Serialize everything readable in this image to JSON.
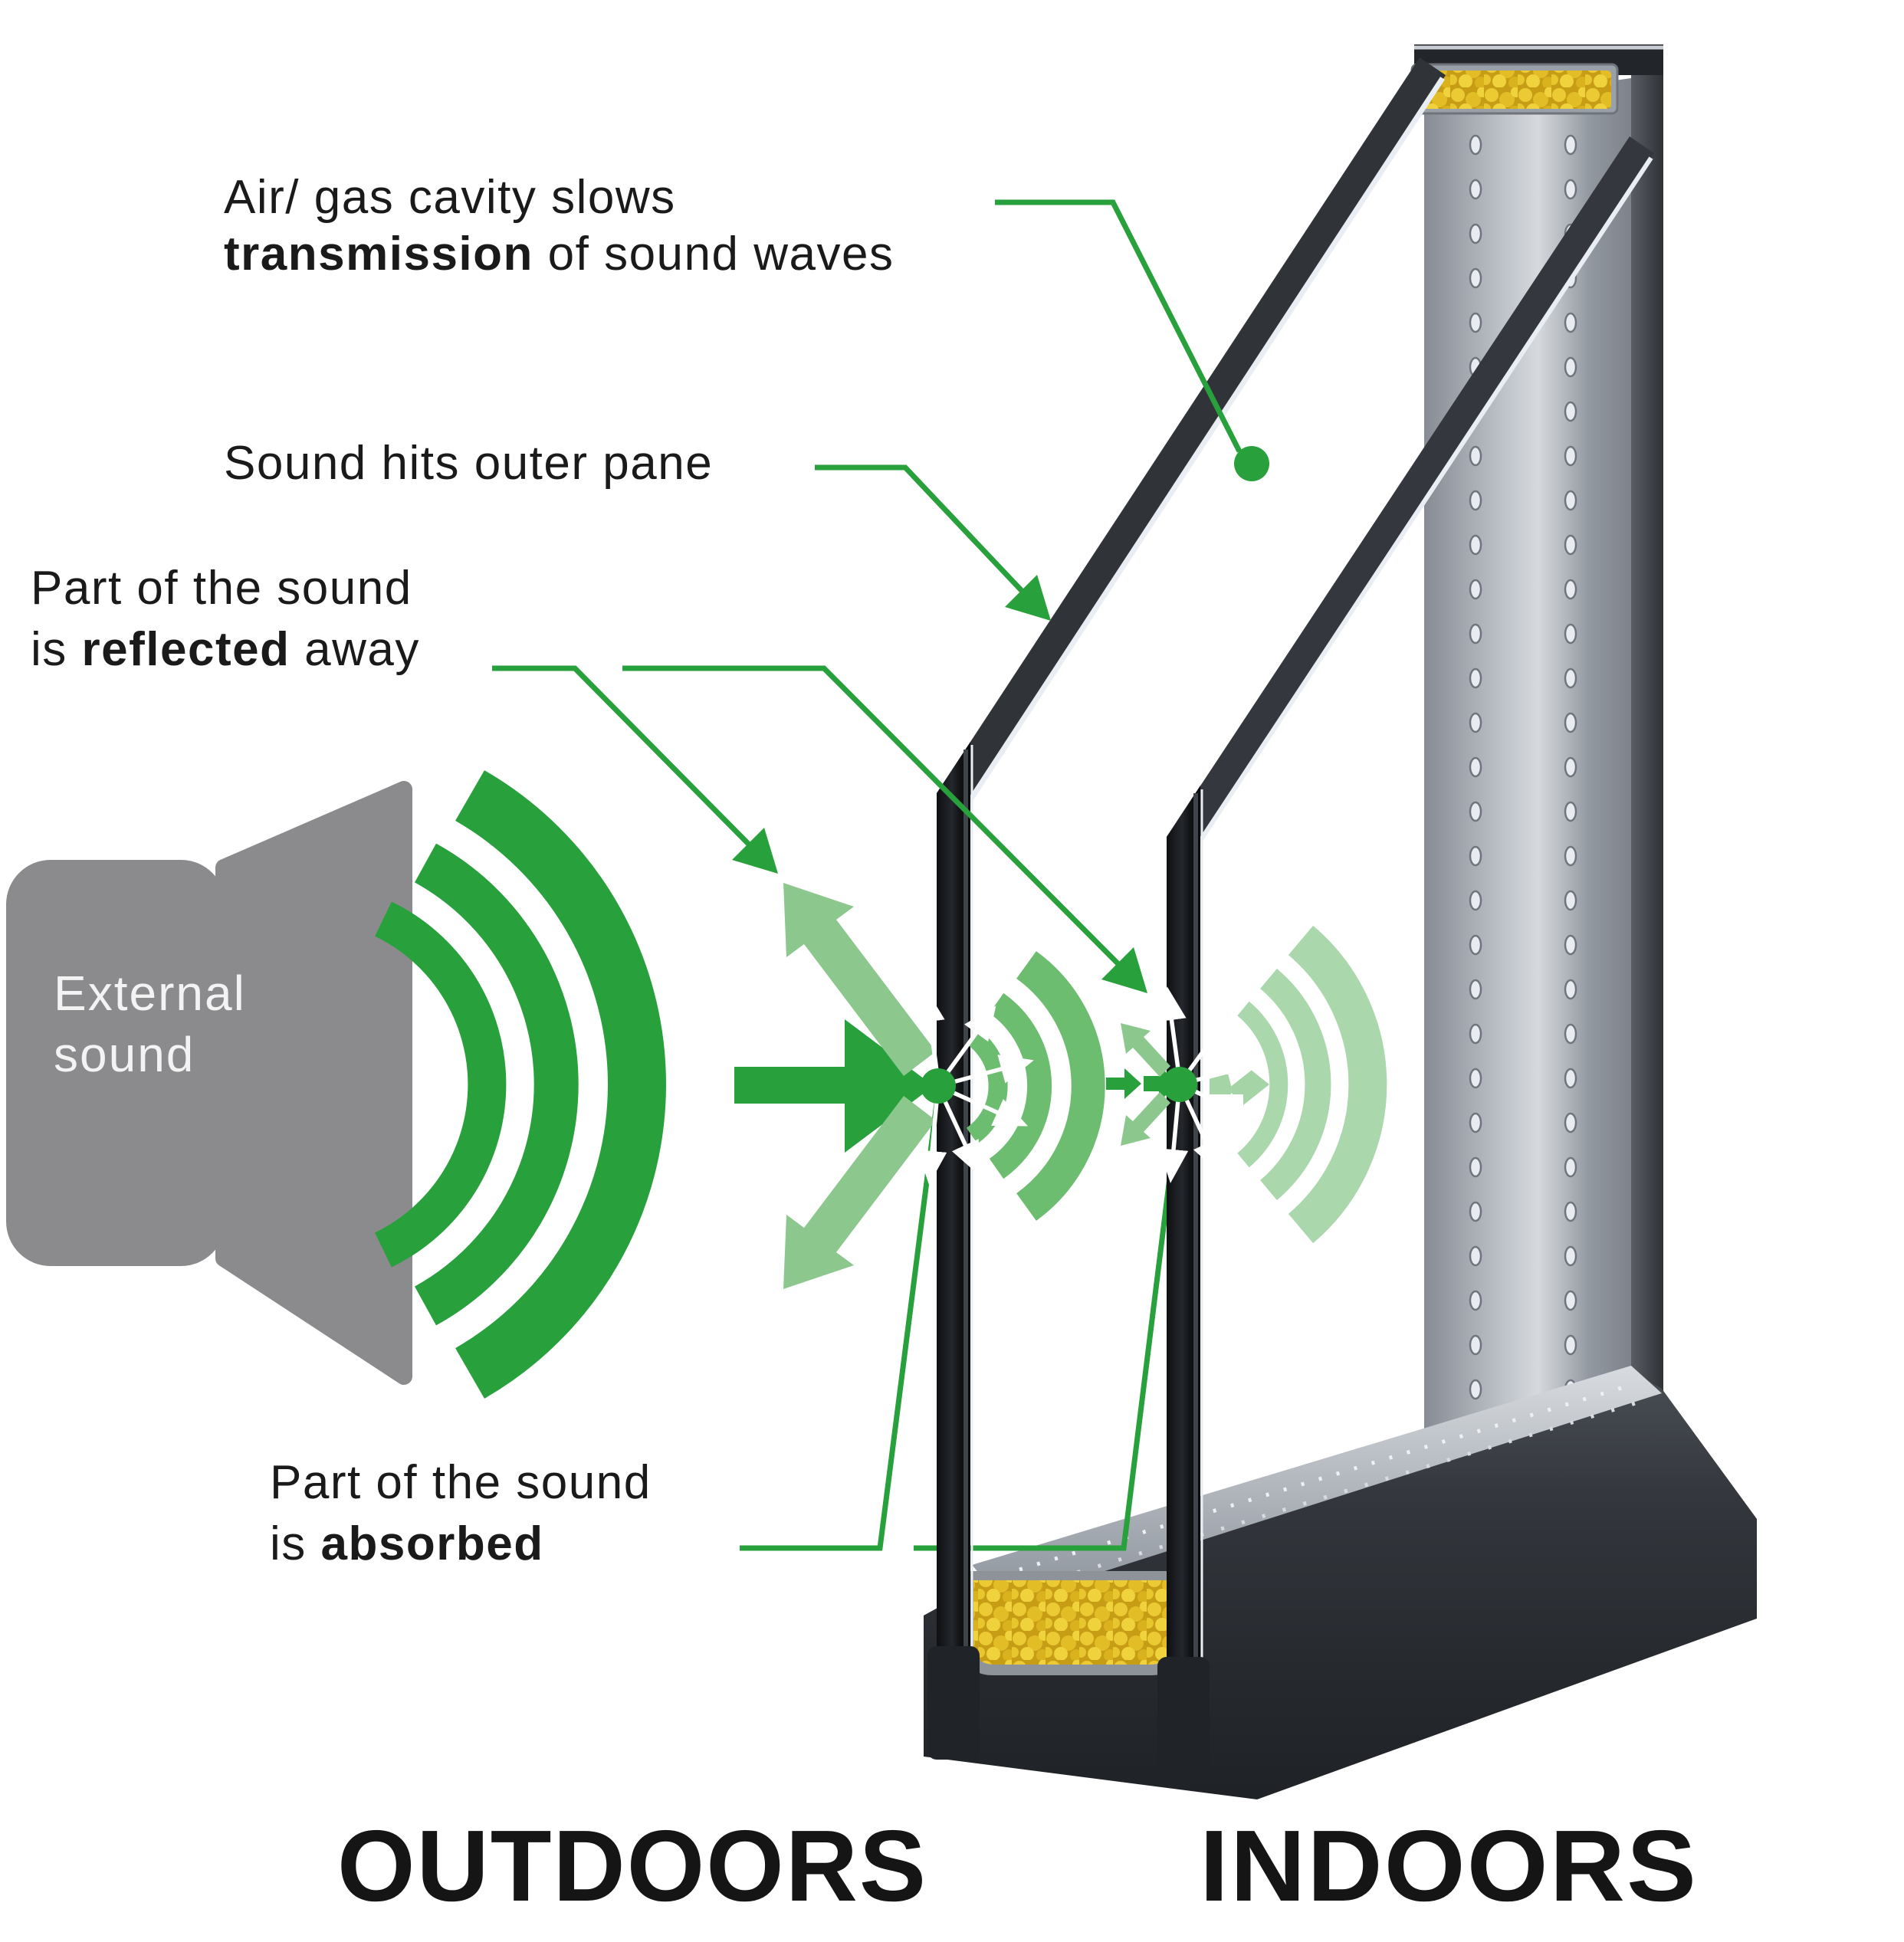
{
  "annotations": {
    "cavity": {
      "line1": "Air/ gas cavity slows",
      "line2_bold": "transmission",
      "line2_rest": " of sound waves"
    },
    "outer_hit": {
      "text": "Sound hits outer pane"
    },
    "reflected": {
      "line1": "Part of the sound",
      "line2_pre": "is ",
      "line2_bold": "reflected",
      "line2_post": " away"
    },
    "absorbed": {
      "line1": "Part of the sound",
      "line2_pre": "is ",
      "line2_bold": "absorbed"
    }
  },
  "speaker": {
    "line1": "External",
    "line2": "sound"
  },
  "zones": {
    "outdoors": "OUTDOORS",
    "indoors": "INDOORS"
  },
  "colors": {
    "green": "#28a03c",
    "green_mid": "#6cbd6f",
    "green_light": "#8cc88e",
    "green_pale": "#abd7ac",
    "speaker_gray": "#8b8b8e",
    "desiccant_yellow": "#e8c637",
    "pane_black": "#17181a",
    "frame_dark": "#2b2e33",
    "spacer_silver": "#c9cdd4",
    "text_black": "#1a1a1a"
  }
}
